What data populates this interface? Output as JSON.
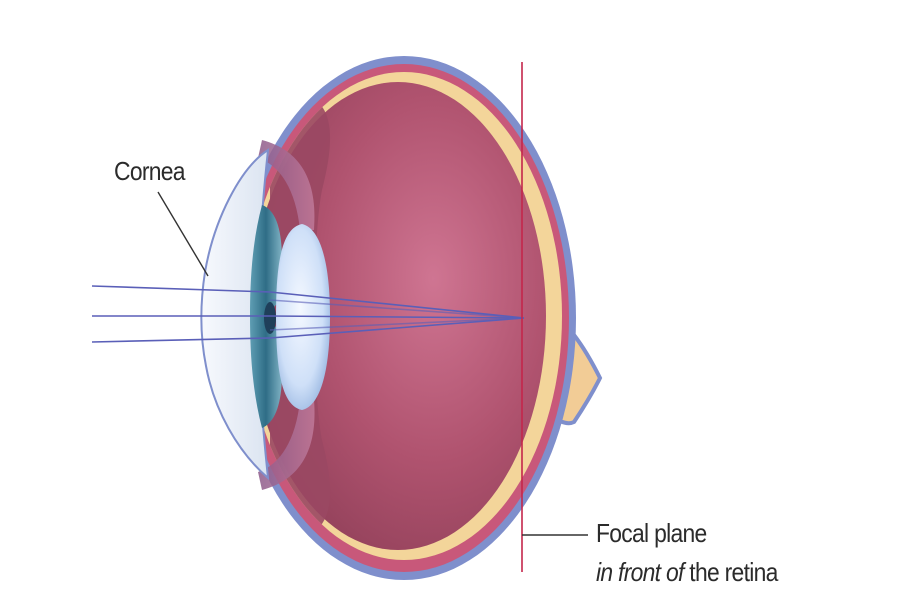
{
  "labels": {
    "cornea": "Cornea",
    "focal_plane": "Focal plane",
    "focal_position_emph": "in front of",
    "focal_position_tail": " the retina"
  },
  "colors": {
    "background": "#ffffff",
    "sclera_outer": "#7f8fcc",
    "sclera_band": "#c8587a",
    "eye_interior": "#a54d69",
    "retina_band": "#f3d59a",
    "optic_nerve": "#f2cc96",
    "lens": "#d6e6fb",
    "cornea_fill": "#eef3fb",
    "iris": "#3f7f96",
    "light_rays": "#5a5fb8",
    "focal_plane_line": "#c4264b",
    "leader_lines": "#333333",
    "label_text": "#2b2b2b"
  }
}
